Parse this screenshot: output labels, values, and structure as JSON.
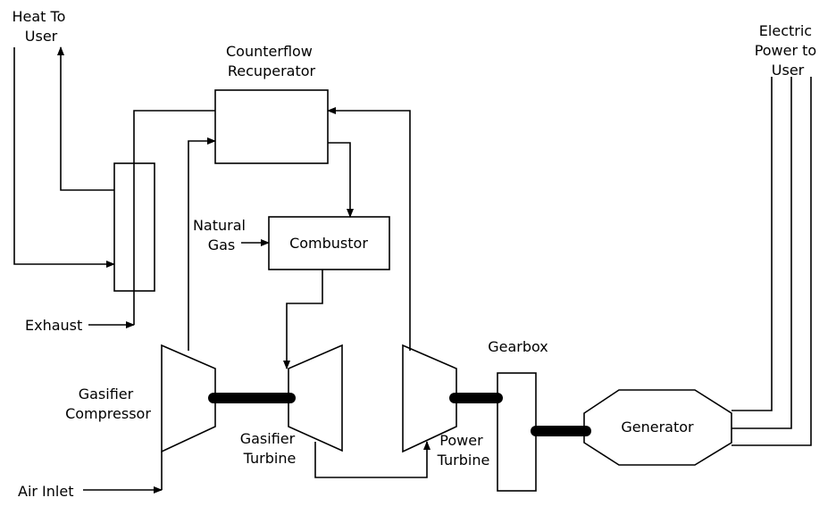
{
  "labels": {
    "heat_to_user": [
      "Heat To",
      "User"
    ],
    "counterflow_recuperator": [
      "Counterflow",
      "Recuperator"
    ],
    "electric_power": [
      "Electric",
      "Power to",
      "User"
    ],
    "natural_gas": [
      "Natural",
      "Gas"
    ],
    "combustor": "Combustor",
    "exhaust": "Exhaust",
    "gearbox": "Gearbox",
    "gasifier_compressor": [
      "Gasifier",
      "Compressor"
    ],
    "generator": "Generator",
    "gasifier_turbine": [
      "Gasifier",
      "Turbine"
    ],
    "power_turbine": [
      "Power",
      "Turbine"
    ],
    "air_inlet": "Air Inlet"
  }
}
